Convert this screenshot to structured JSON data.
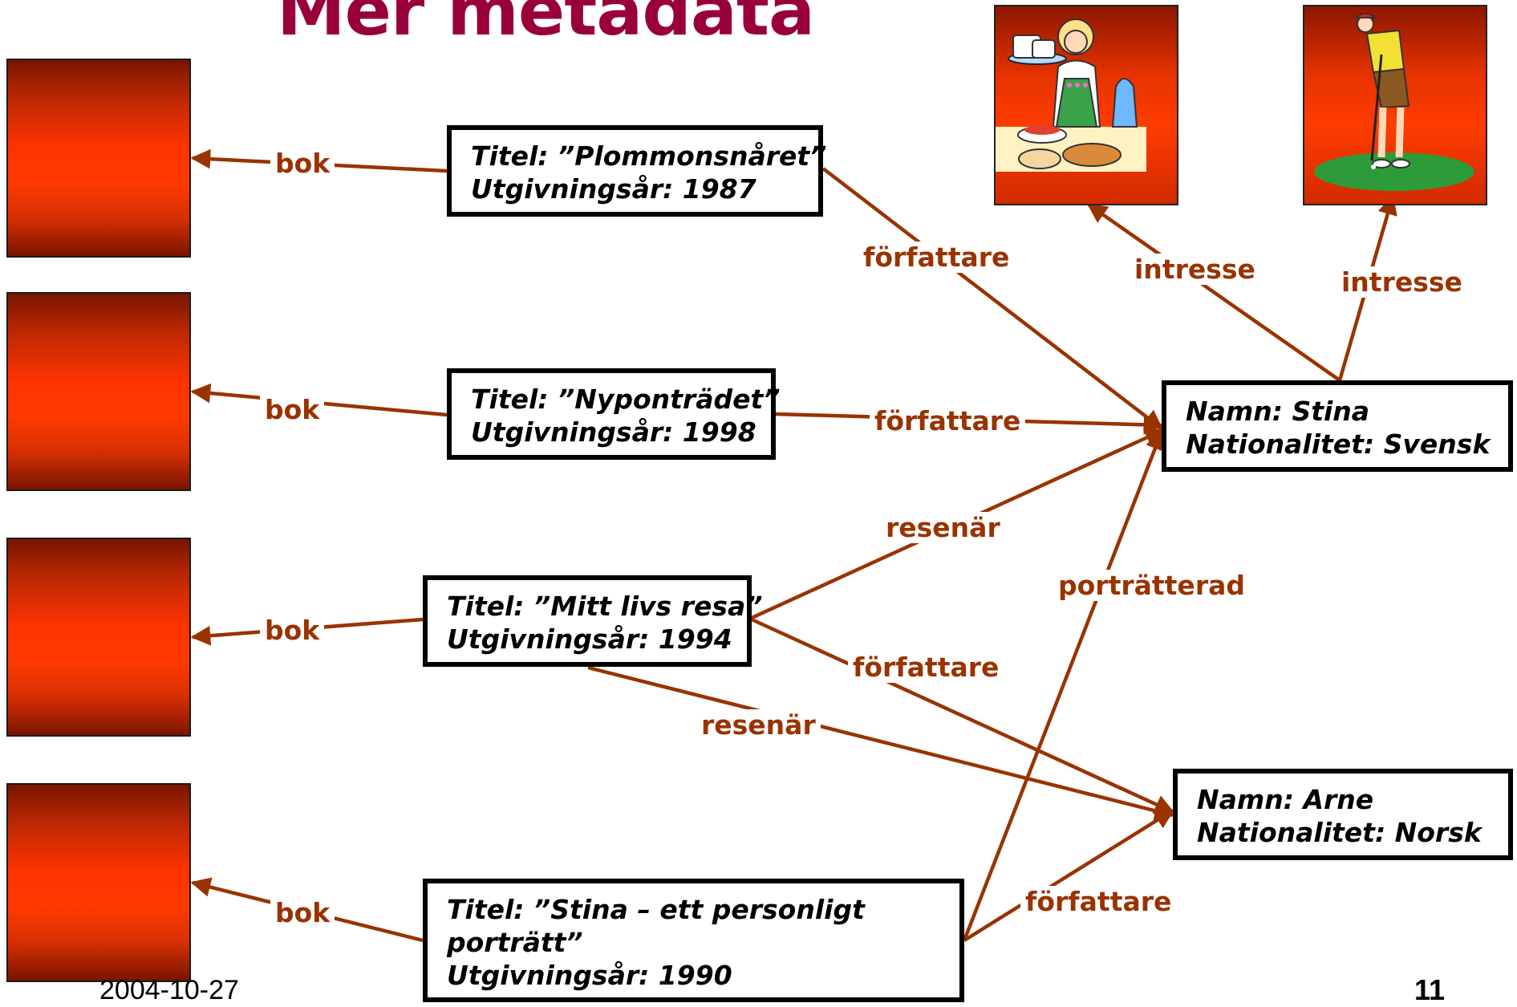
{
  "title": "Mer metadata",
  "footer": {
    "date": "2004-10-27",
    "page": "11"
  },
  "colors": {
    "edge": "#993300",
    "title": "#99003a",
    "swatch_mid": "#ff3300"
  },
  "icons": [
    "waitress-clipart-icon",
    "golfer-clipart-icon"
  ],
  "books": [
    {
      "title": "Titel: ”Plommonsnåret”",
      "year": "Utgivningsår: 1987"
    },
    {
      "title": "Titel: ”Nyponträdet”",
      "year": "Utgivningsår: 1998"
    },
    {
      "title": "Titel: ”Mitt livs resa”",
      "year": "Utgivningsår: 1994"
    },
    {
      "title_line1": "Titel: ”Stina – ett personligt",
      "title_line2": "porträtt”",
      "year": "Utgivningsår: 1990"
    }
  ],
  "persons": [
    {
      "name": "Namn: Stina",
      "nationality": "Nationalitet: Svensk"
    },
    {
      "name": "Namn: Arne",
      "nationality": "Nationalitet: Norsk"
    }
  ],
  "edges": {
    "bok": "bok",
    "forfattare": "författare",
    "resenar": "resenär",
    "portratterad": "porträtterad",
    "intresse": "intresse"
  }
}
